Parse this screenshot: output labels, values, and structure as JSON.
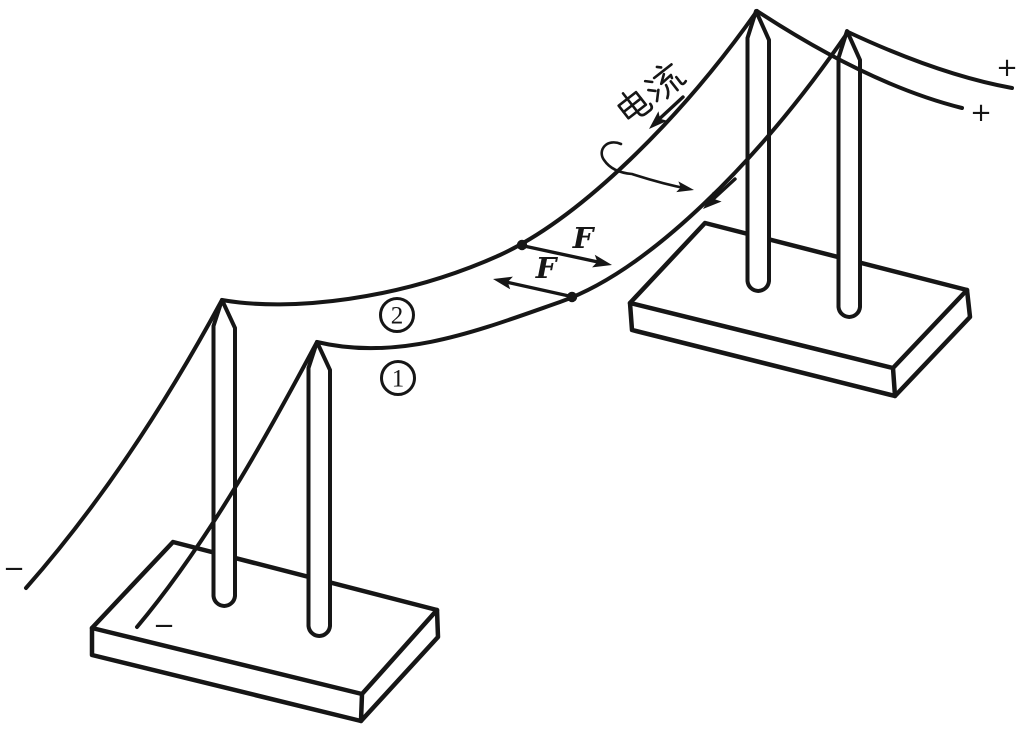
{
  "diagram": {
    "background": "#ffffff",
    "ink": "#161616",
    "current_label": "电流",
    "wires": {
      "upper_label": "2",
      "lower_label": "1"
    },
    "forces": {
      "upper_label": "F",
      "lower_label": "F"
    },
    "terminals": {
      "plus_top": "+",
      "plus_bottom": "+",
      "minus_far_left": "−",
      "minus_on_base": "−"
    }
  }
}
